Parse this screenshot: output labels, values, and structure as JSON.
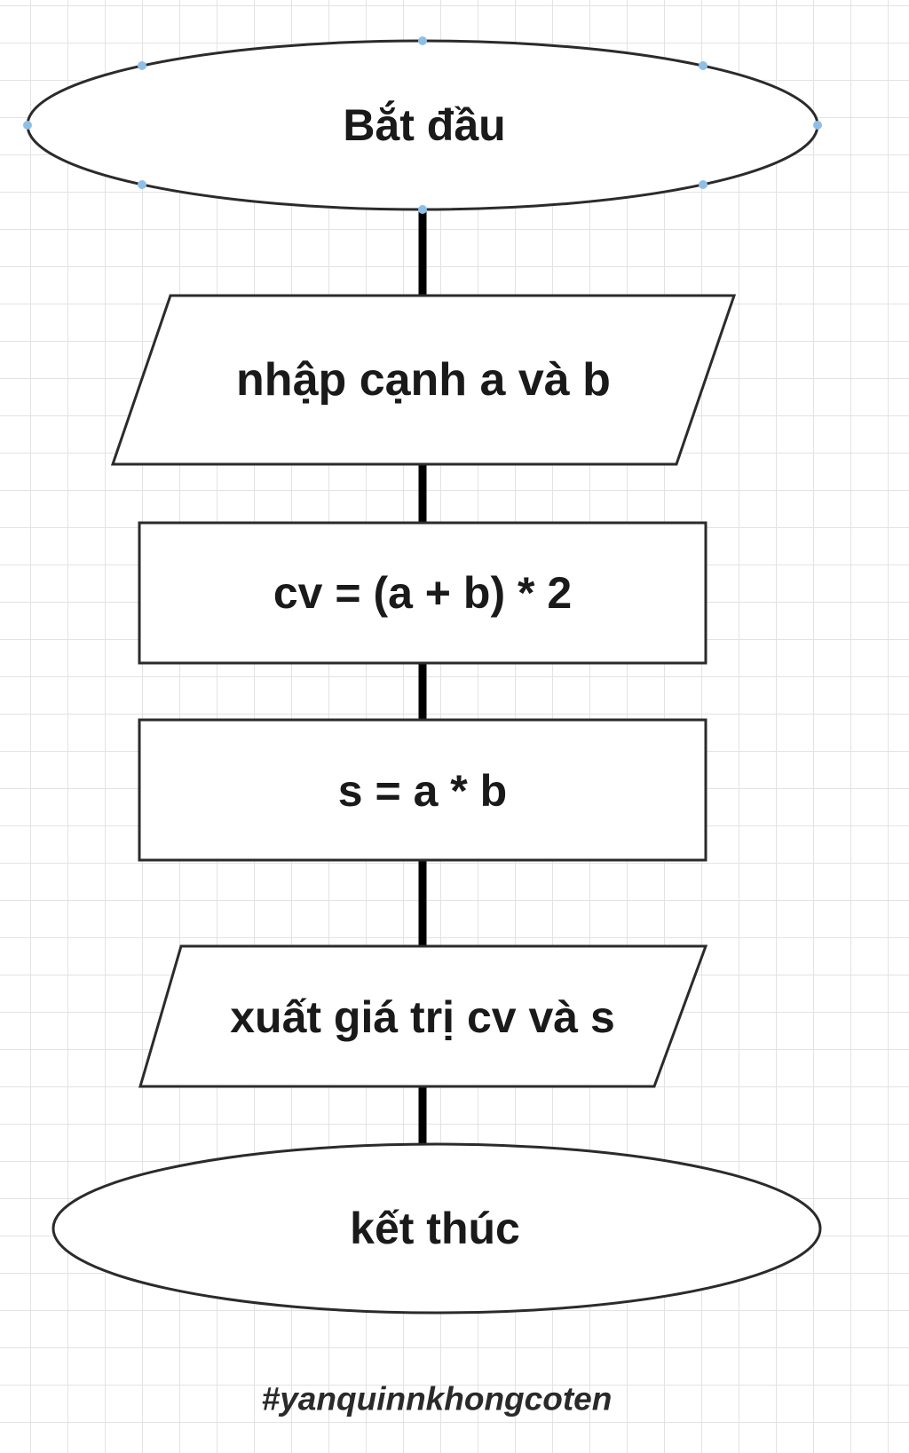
{
  "flowchart": {
    "start": "Bắt đầu",
    "input": "nhập cạnh a và b",
    "process_perimeter": "cv = (a + b) * 2",
    "process_area": "s = a * b",
    "output": "xuất giá trị cv và s",
    "end": "kết thúc"
  },
  "watermark": "#yanquinnkhongcoten",
  "colors": {
    "background": "#ffffff",
    "grid": "#e3e3e3",
    "stroke": "#2b2b2b",
    "connector": "#000000",
    "selection_handle": "#8fbfe6"
  }
}
